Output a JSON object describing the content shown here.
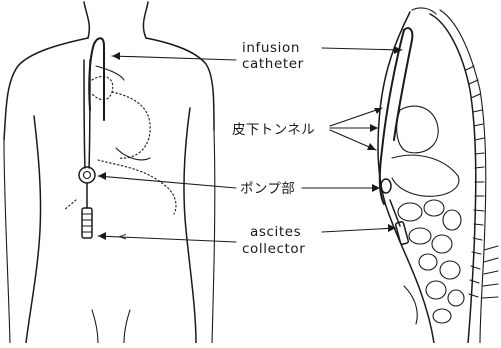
{
  "labels": {
    "infusion_catheter_line1": "infusion",
    "infusion_catheter_line2": "catheter",
    "subcutaneous_tunnel": "皮下トンネル",
    "pump": "ポンプ部",
    "ascites_collector_line1": "ascites",
    "ascites_collector_line2": "collector",
    "small_mark": "<"
  },
  "colors": {
    "ink": "#1a1a1a",
    "background": "#ffffff"
  }
}
